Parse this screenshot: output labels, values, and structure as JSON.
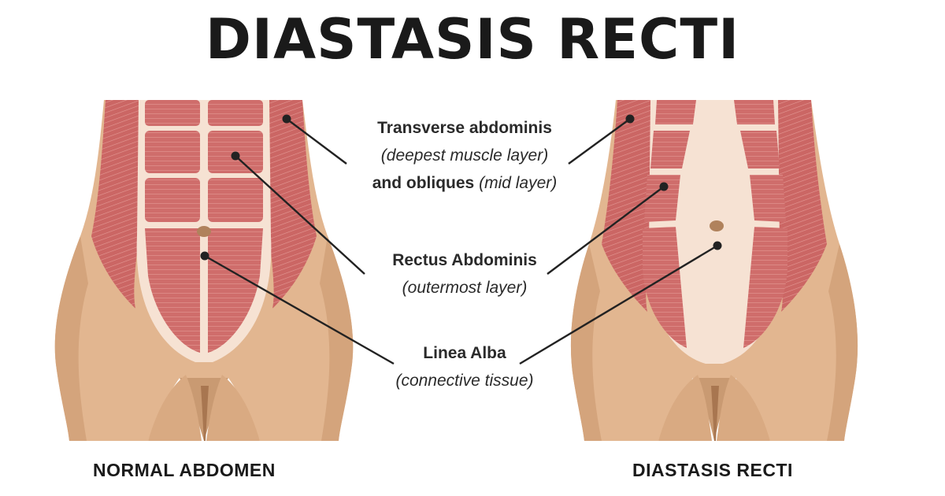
{
  "title": "DIASTASIS RECTI",
  "labels": {
    "transverse": {
      "name": "Transverse abdominis",
      "note": "(deepest muscle layer)",
      "and_name": "and obliques",
      "and_note": "(mid layer)"
    },
    "rectus": {
      "name": "Rectus Abdominis",
      "note": "(outermost layer)"
    },
    "linea": {
      "name": "Linea Alba",
      "note": "(connective tissue)"
    }
  },
  "captions": {
    "left": "NORMAL ABDOMEN",
    "right": "DIASTASIS RECTI"
  },
  "colors": {
    "skin": "#e2b690",
    "skin_shadow": "#c99a72",
    "skin_dark": "#a87650",
    "muscle": "#cf6d6b",
    "muscle_line": "#e49a95",
    "fascia": "#f6e2d3",
    "line": "#222222"
  }
}
